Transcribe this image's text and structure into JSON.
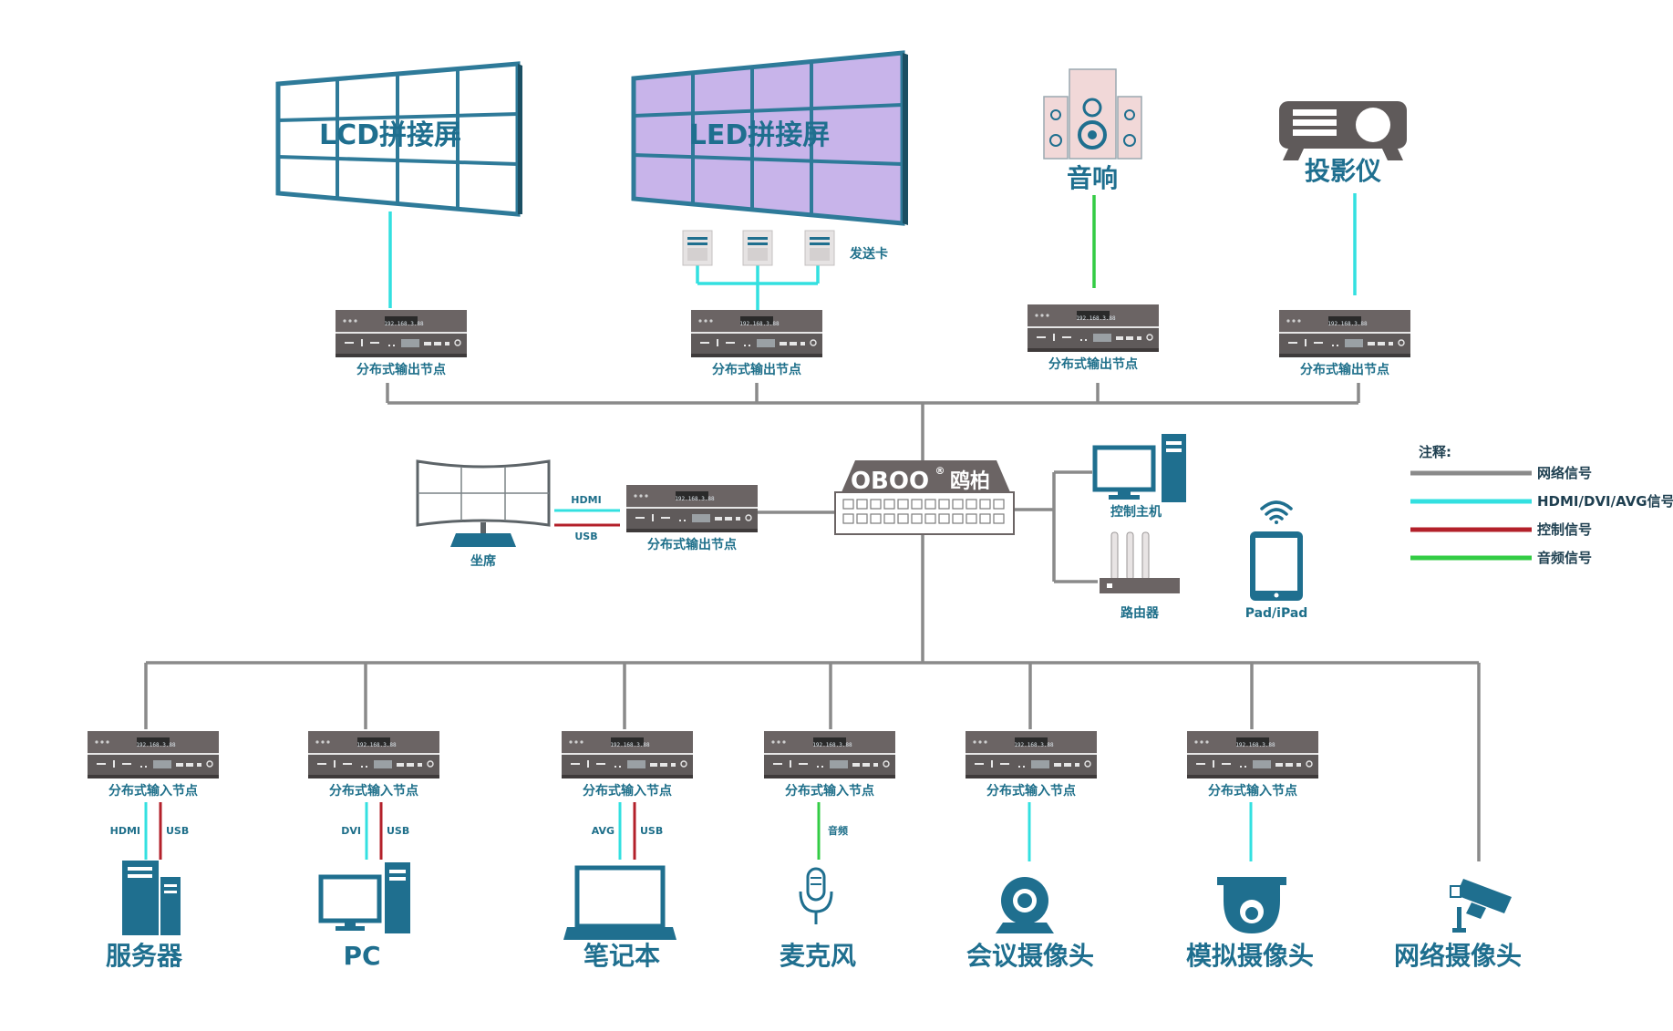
{
  "colors": {
    "network": "#8a8a8a",
    "hdmi": "#33e0e0",
    "control": "#b3202a",
    "audio": "#33cc44",
    "device": "#1f6f8f",
    "lcd_frame": "#2e7a99",
    "led_fill": "#c8b4ea"
  },
  "walls": {
    "lcd_label": "LCD拼接屏",
    "led_label": "LED拼接屏",
    "sender_card_label": "发送卡"
  },
  "top_devices": {
    "speaker_label": "音响",
    "projector_label": "投影仪"
  },
  "nodes": {
    "node_ip": "192.168.3.88",
    "output_label": "分布式输出节点",
    "input_label": "分布式输入节点"
  },
  "middle": {
    "seat_label": "坐席",
    "hdmi_label": "HDMI",
    "usb_label": "USB",
    "switch_brand": "OBOO",
    "switch_brand_cn": "鸥柏",
    "switch_reg": "®",
    "control_host_label": "控制主机",
    "router_label": "路由器",
    "pad_label": "Pad/iPad"
  },
  "legend": {
    "title": "注释:",
    "items": [
      {
        "label": "网络信号",
        "color": "#8a8a8a"
      },
      {
        "label": "HDMI/DVI/AVG信号",
        "color": "#33e0e0"
      },
      {
        "label": "控制信号",
        "color": "#b3202a"
      },
      {
        "label": "音频信号",
        "color": "#33cc44"
      }
    ]
  },
  "inputs": [
    {
      "device_label": "服务器",
      "sig1": "HDMI",
      "sig2": "USB",
      "icon": "server-icon"
    },
    {
      "device_label": "PC",
      "sig1": "DVI",
      "sig2": "USB",
      "icon": "pc-icon"
    },
    {
      "device_label": "笔记本",
      "sig1": "AVG",
      "sig2": "USB",
      "icon": "laptop-icon"
    },
    {
      "device_label": "麦克风",
      "sig1": "音频",
      "sig2": "",
      "icon": "microphone-icon"
    },
    {
      "device_label": "会议摄像头",
      "sig1": "",
      "sig2": "",
      "icon": "webcam-icon"
    },
    {
      "device_label": "模拟摄像头",
      "sig1": "",
      "sig2": "",
      "icon": "dome-camera-icon"
    },
    {
      "device_label": "网络摄像头",
      "sig1": "",
      "sig2": "",
      "icon": "cctv-camera-icon"
    }
  ]
}
